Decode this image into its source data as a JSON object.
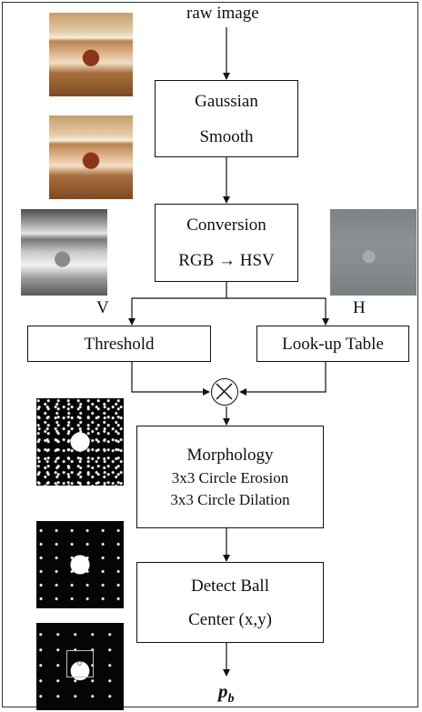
{
  "input_label": "raw image",
  "steps": {
    "smooth": [
      "Gaussian",
      "Smooth"
    ],
    "conversion": [
      "Conversion",
      "RGB → HSV"
    ],
    "threshold": "Threshold",
    "lookup": "Look-up Table",
    "morphology": [
      "Morphology",
      "3x3 Circle Erosion",
      "3x3 Circle Dilation"
    ],
    "detect": [
      "Detect Ball",
      "Center (x,y)"
    ]
  },
  "channels": {
    "v": "V",
    "h": "H"
  },
  "output": {
    "base": "p",
    "sub": "b"
  },
  "operator_icon": "circled-times-icon"
}
